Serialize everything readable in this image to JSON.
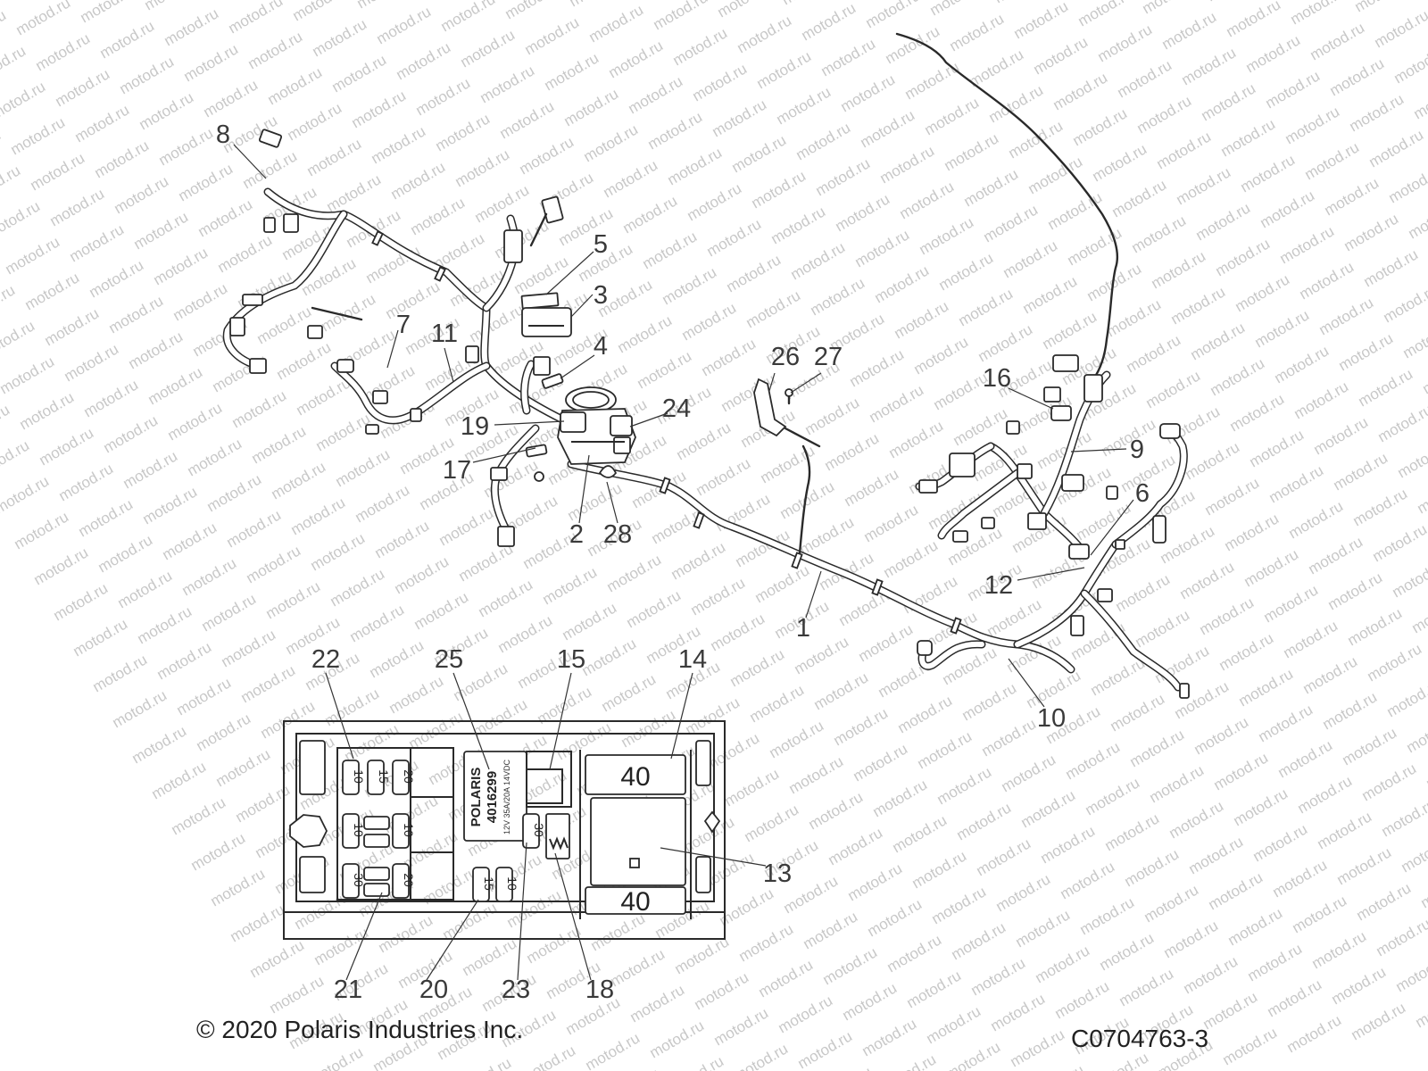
{
  "watermark": "motod.ru",
  "callouts": {
    "c1": "1",
    "c2": "2",
    "c3": "3",
    "c4": "4",
    "c5": "5",
    "c6": "6",
    "c7": "7",
    "c8": "8",
    "c9": "9",
    "c10": "10",
    "c11": "11",
    "c12": "12",
    "c13": "13",
    "c14": "14",
    "c15": "15",
    "c16": "16",
    "c17": "17",
    "c18": "18",
    "c19": "19",
    "c20": "20",
    "c21": "21",
    "c22": "22",
    "c23": "23",
    "c24": "24",
    "c25": "25",
    "c26": "26",
    "c27": "27",
    "c28": "28"
  },
  "fuse_box": {
    "fuse_10": "10",
    "fuse_15": "15",
    "fuse_20": "20",
    "fuse_30": "30",
    "maxi_fuse_40": "40",
    "relay_brand": "POLARIS",
    "relay_part": "4016299",
    "relay_spec": "12V 35A/20A 14VDC"
  },
  "footer": {
    "copyright": "© 2020 Polaris Industries Inc.",
    "drawing_id": "C0704763-3"
  }
}
